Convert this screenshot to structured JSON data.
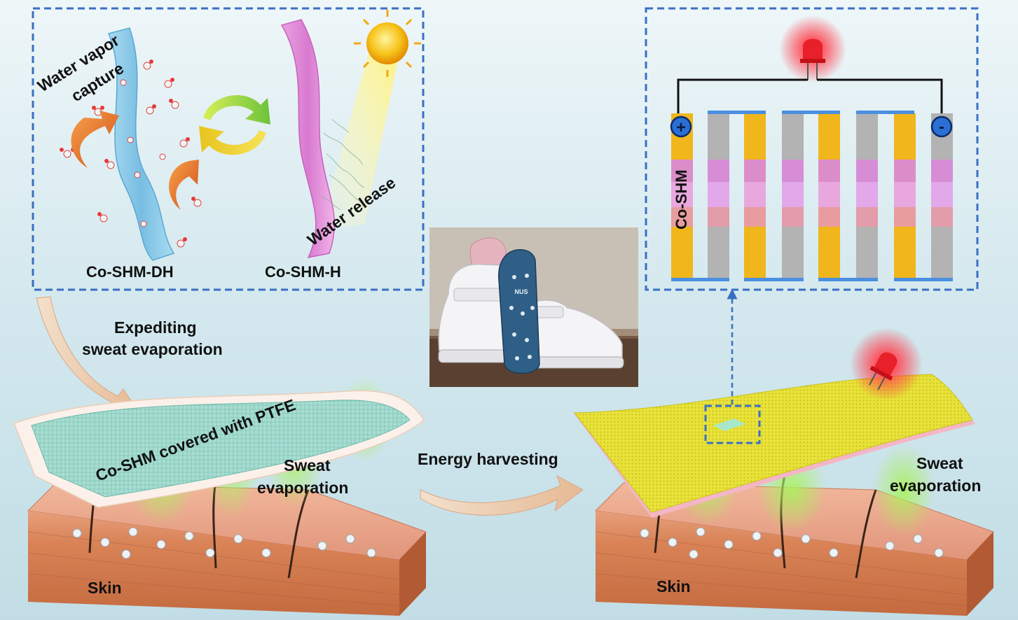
{
  "panels": {
    "top_left": {
      "capture_label_line1": "Water vapor",
      "capture_label_line2": "capture",
      "release_label": "Water release",
      "material_dh": "Co-SHM-DH",
      "material_h": "Co-SHM-H"
    },
    "top_right": {
      "plus_symbol": "+",
      "minus_symbol": "-",
      "cell_label": "Co-SHM"
    },
    "left_scene": {
      "expediting_line1": "Expediting",
      "expediting_line2": "sweat evaporation",
      "membrane_label": "Co-SHM covered with PTFE",
      "sweat_line1": "Sweat",
      "sweat_line2": "evaporation",
      "skin_label": "Skin"
    },
    "center": {
      "energy_label": "Energy harvesting",
      "insole_brand": "NUS"
    },
    "right_scene": {
      "sweat_line1": "Sweat",
      "sweat_line2": "evaporation",
      "skin_label": "Skin"
    }
  },
  "colors": {
    "dashed_box": "#3a6fc4",
    "membrane_blue": "#8fcbe8",
    "membrane_pink": "#e48ad8",
    "electrode_gold": "#f0b61c",
    "electrode_gray": "#b3b3b3",
    "vapor_green": "#8ee84a",
    "skin": "#e2967a",
    "led_red": "#e8202a",
    "harvester_yellow": "#e8e23a"
  }
}
